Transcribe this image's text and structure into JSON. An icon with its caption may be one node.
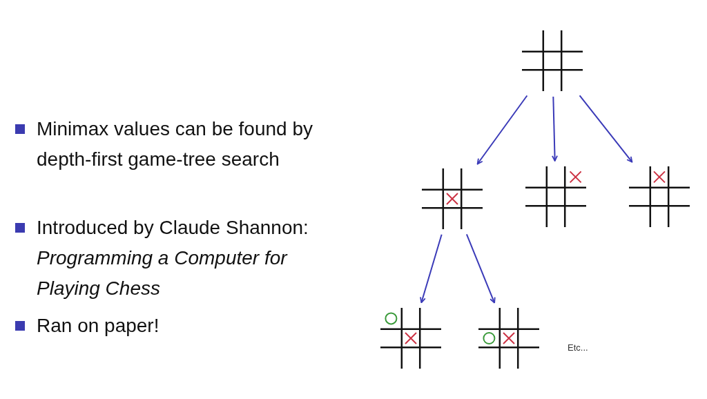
{
  "diagram": {
    "nodes": [
      {
        "text": [],
        "shape": "grid"
      },
      {
        "text": [],
        "shape": "grid"
      },
      {
        "text": [],
        "shape": "grid"
      },
      {
        "text": [],
        "shape": "grid"
      },
      {
        "text": [],
        "shape": "grid"
      },
      {
        "text": [],
        "shape": "grid"
      }
    ],
    "edges": [
      {
        "from": 0,
        "to": 1,
        "arrow": "to"
      },
      {
        "from": 0,
        "to": 2,
        "arrow": "to"
      },
      {
        "from": 0,
        "to": 3,
        "arrow": "to"
      },
      {
        "from": 1,
        "to": 4,
        "arrow": "to"
      },
      {
        "from": 1,
        "to": 5,
        "arrow": "to"
      }
    ],
    "labels": [
      "Minimax values can be found by depth-first game-tree search",
      "Introduced by Claude Shannon: *Programming a Computer for Playing Chess*",
      "Ran on paper!",
      "Etc..."
    ]
  }
}
